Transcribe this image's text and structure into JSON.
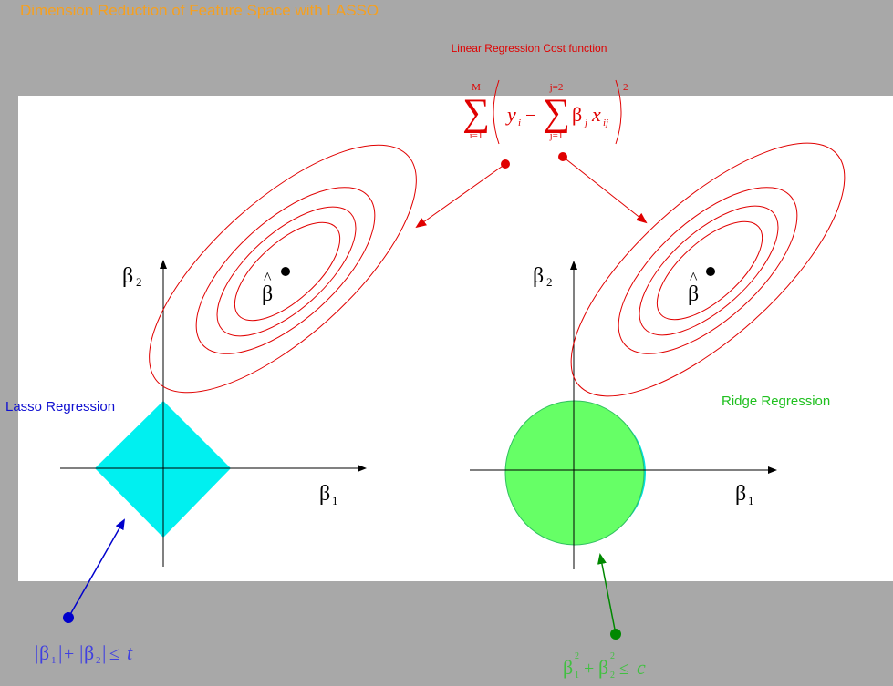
{
  "title": "Dimension Reduction of Feature Space with LASSO",
  "cost": {
    "label": "Linear Regression Cost function",
    "sum_upper_outer": "M",
    "sum_lower_outer": "i=1",
    "y_term": "y",
    "y_sub": "i",
    "minus": "−",
    "sum_upper_inner": "j=2",
    "sum_lower_inner": "j=1",
    "beta": "β",
    "beta_sub": "j",
    "x_term": "x",
    "x_sub": "ij",
    "exponent": "2"
  },
  "left": {
    "label": "Lasso Regression",
    "axis_y_symbol": "β",
    "axis_y_sub": "2",
    "axis_x_symbol": "β",
    "axis_x_sub": "1",
    "estimate_symbol": "β",
    "hat": "^",
    "constraint": {
      "bar": "|",
      "b": "β",
      "sub1": "1",
      "sub2": "2",
      "plus": "+",
      "leq": "≤",
      "t": "t"
    }
  },
  "right": {
    "label": "Ridge Regression",
    "axis_y_symbol": "β",
    "axis_y_sub": "2",
    "axis_x_symbol": "β",
    "axis_x_sub": "1",
    "estimate_symbol": "β",
    "hat": "^",
    "constraint": {
      "b": "β",
      "sub1": "1",
      "sub2": "2",
      "sup": "2",
      "plus": "+",
      "leq": "≤",
      "c": "c"
    }
  },
  "colors": {
    "contour": "#e00000",
    "lasso_fill": "#00f0f0",
    "ridge_fill": "#66ff66",
    "ridge_edge": "#30c060",
    "lasso_label": "#1010d0",
    "ridge_label": "#20c020",
    "lasso_pointer": "#0000cc",
    "ridge_pointer": "#008800",
    "title": "#f5a020"
  }
}
